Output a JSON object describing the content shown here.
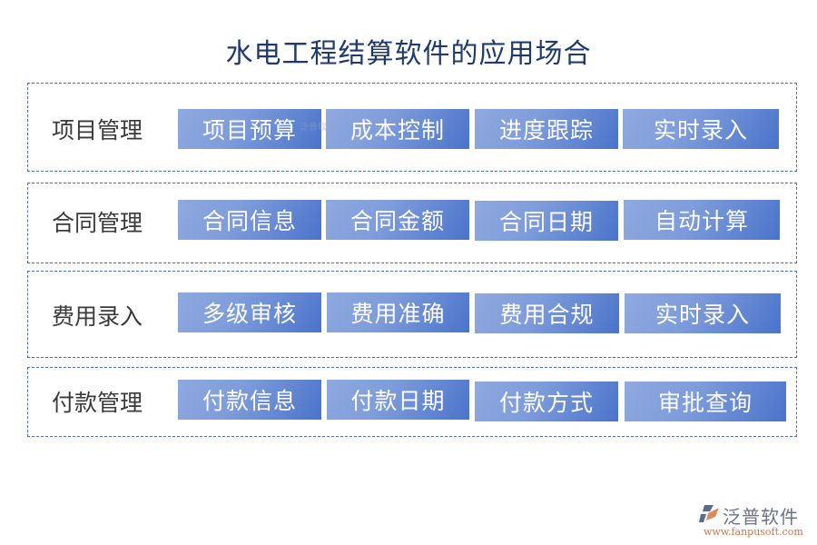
{
  "title": "水电工程结算软件的应用场合",
  "colors": {
    "title": "#1f3a6e",
    "border": "#4a72c4",
    "button_gradient_start": "#8fa9e0",
    "button_gradient_end": "#4a73cb",
    "button_text": "#ffffff",
    "label_text": "#3a3a3a"
  },
  "groups": [
    {
      "label": "项目管理",
      "items": [
        "项目预算",
        "成本控制",
        "进度跟踪",
        "实时录入"
      ]
    },
    {
      "label": "合同管理",
      "items": [
        "合同信息",
        "合同金额",
        "合同日期",
        "自动计算"
      ]
    },
    {
      "label": "费用录入",
      "items": [
        "多级审核",
        "费用准确",
        "费用合规",
        "实时录入"
      ]
    },
    {
      "label": "付款管理",
      "items": [
        "付款信息",
        "付款日期",
        "付款方式",
        "审批查询"
      ]
    }
  ],
  "watermark": "泛普软件",
  "logo": {
    "icon": "fanpu-logo-icon",
    "name": "泛普软件",
    "url": "www.fanpusoft.com"
  }
}
